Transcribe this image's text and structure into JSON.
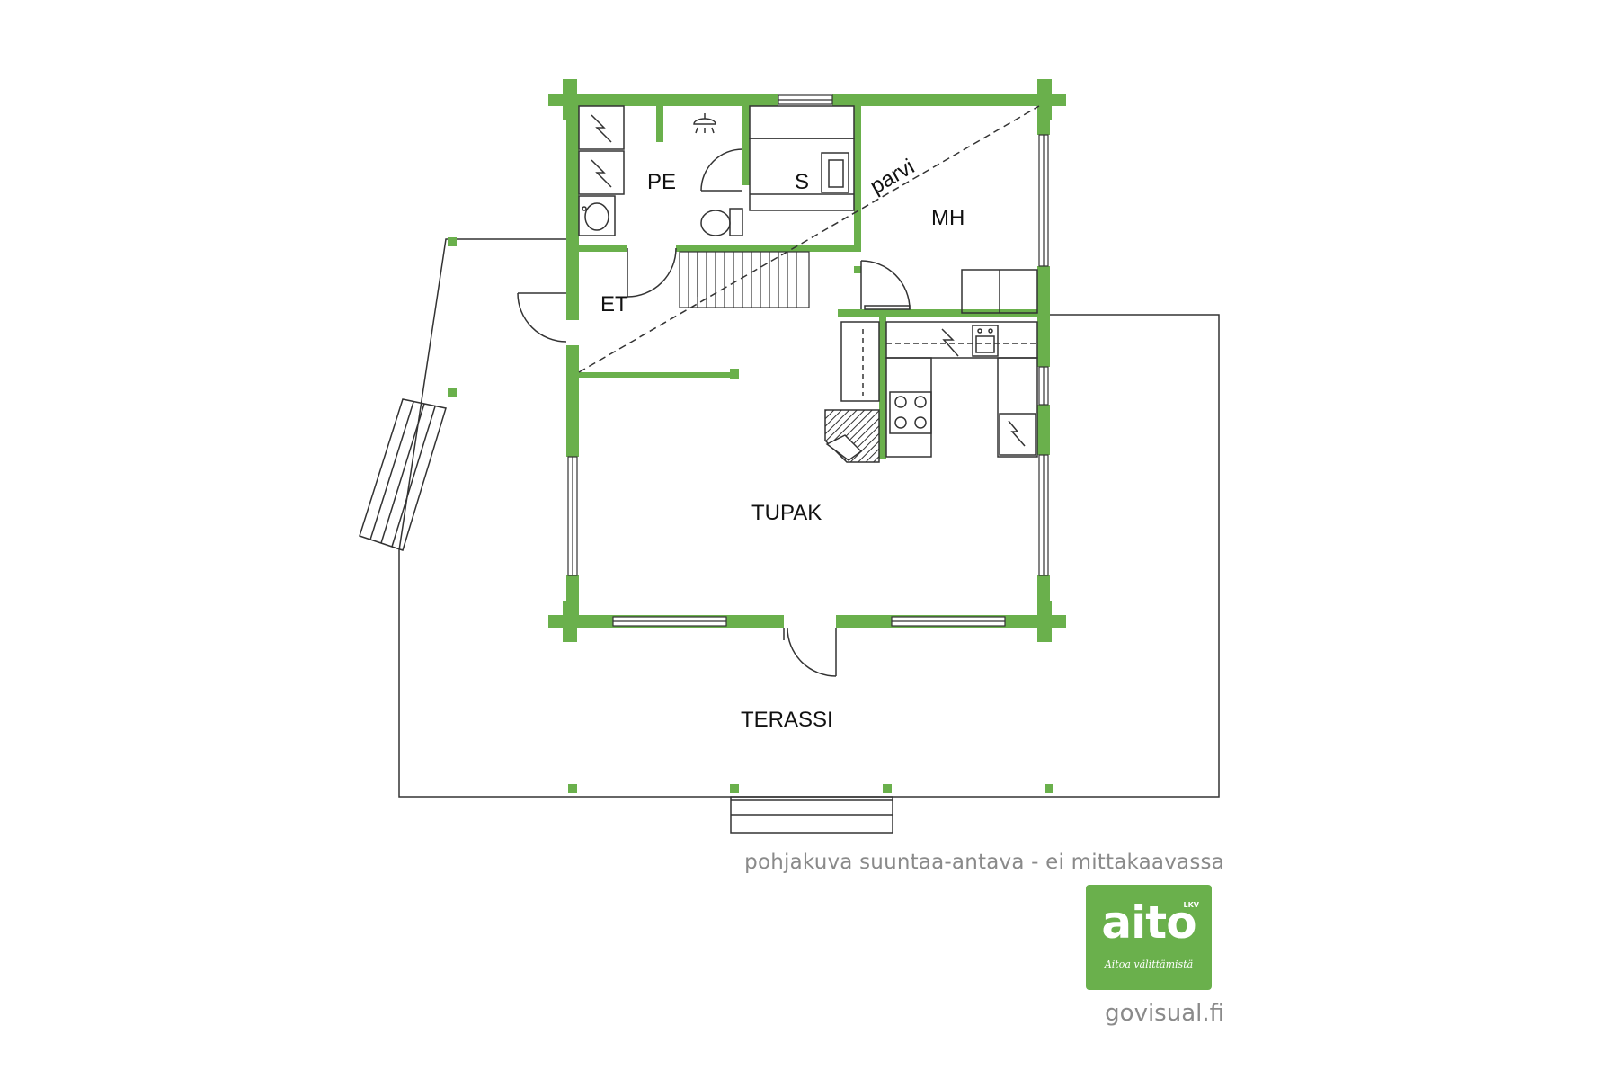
{
  "rooms": {
    "pe": "PE",
    "s": "S",
    "parvi": "parvi",
    "mh": "MH",
    "et": "ET",
    "tupak": "TUPAK",
    "terassi": "TERASSI"
  },
  "caption": "pohjakuva suuntaa-antava - ei mittakaavassa",
  "logo": {
    "main": "aito",
    "lkv": "LKV",
    "tagline": "Aitoa välittämistä"
  },
  "website": "govisual.fi",
  "colors": {
    "wall": "#6ab04c",
    "line": "#333333",
    "text": "#111111",
    "caption": "#8a8a8a"
  }
}
